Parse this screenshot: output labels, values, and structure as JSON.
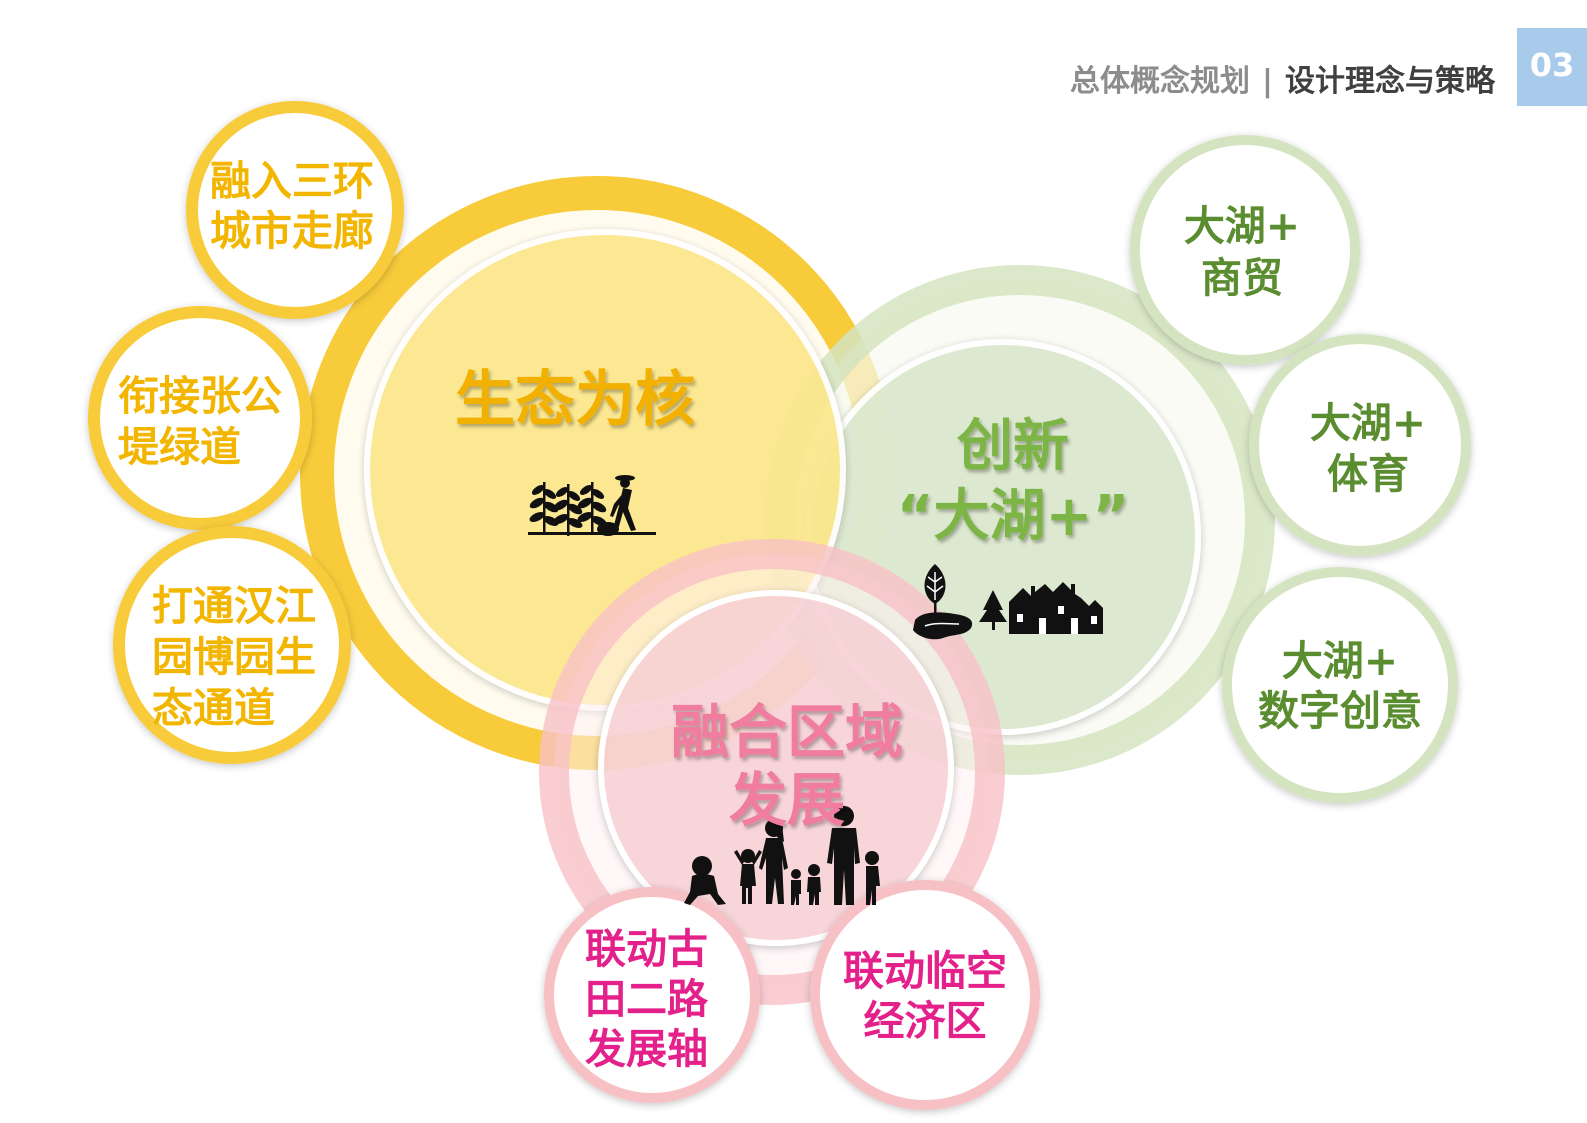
{
  "header": {
    "section_title": "总体概念规划",
    "separator": "|",
    "subsection_title": "设计理念与策略",
    "page_number": "03"
  },
  "colors": {
    "ecology_title": "#F2B100",
    "ecology_text": "#F3B600",
    "ecology_ring": "#F8CB3A",
    "ecology_fill": "#FCE78C",
    "innovation_title": "#7BB544",
    "innovation_text": "#5A8C30",
    "innovation_ring": "#D5E4C0",
    "innovation_fill": "#DCE8CF",
    "integration_title": "#F07CA0",
    "integration_text": "#E4208A",
    "integration_ring": "#F7C0C5",
    "integration_fill": "#FAD3D8",
    "page_number_bg": "#A8CBEB"
  },
  "diagram": {
    "ecology": {
      "title": "生态为核",
      "icon": "farmer-planting-icon",
      "satellites": [
        {
          "lines": [
            "融入三环",
            "城市走廊"
          ]
        },
        {
          "lines": [
            "衔接张公",
            "堤绿道"
          ]
        },
        {
          "lines": [
            "打通汉江",
            "园博园生",
            "态通道"
          ]
        }
      ]
    },
    "innovation": {
      "title_lines": [
        "创新",
        "“大湖+”"
      ],
      "icon": "lake-village-icon",
      "satellites": [
        {
          "lines": [
            "大湖+",
            "商贸"
          ]
        },
        {
          "lines": [
            "大湖+",
            "体育"
          ]
        },
        {
          "lines": [
            "大湖+",
            "数字创意"
          ]
        }
      ]
    },
    "integration": {
      "title_lines": [
        "融合区域",
        "发展"
      ],
      "icon": "family-silhouette-icon",
      "satellites": [
        {
          "lines": [
            "联动古",
            "田二路",
            "发展轴"
          ]
        },
        {
          "lines": [
            "联动临空",
            "经济区"
          ]
        }
      ]
    }
  }
}
